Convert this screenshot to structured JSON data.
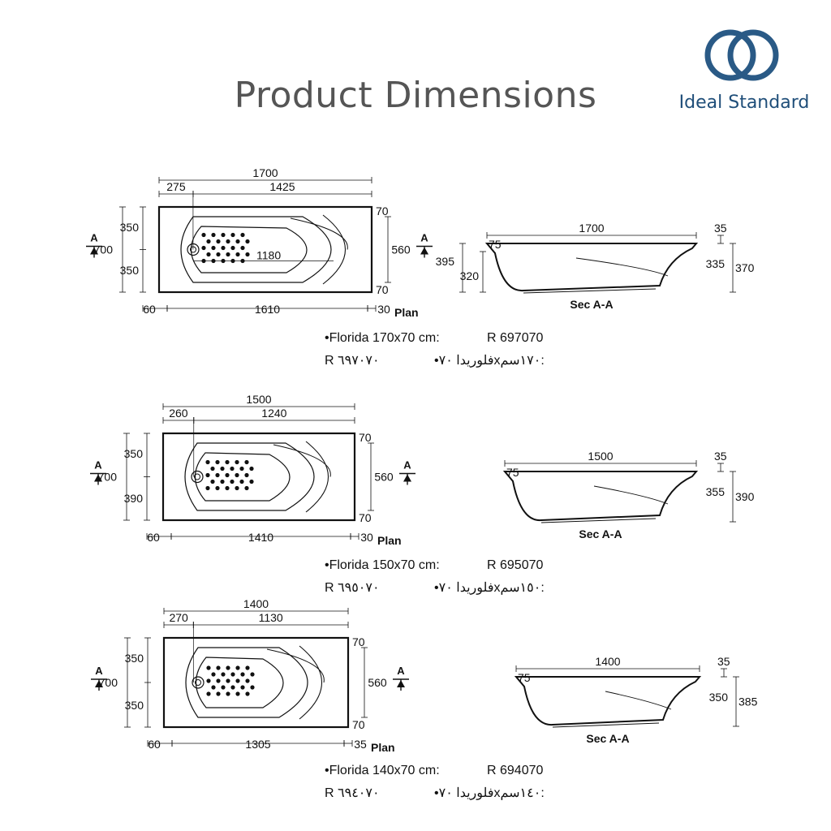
{
  "header": {
    "title": "Product Dimensions",
    "brand": "Ideal Standard"
  },
  "plan_label": "Plan",
  "section_label": "Sec  A-A",
  "section_marker": "A",
  "products": [
    {
      "plan": {
        "total_length": "1700",
        "head_offset": "275",
        "inner_length": "1425",
        "rim_top": "70",
        "rim_bottom": "70",
        "half_top": "350",
        "half_bottom": "350",
        "width": "700",
        "inner_width": "560",
        "drain_length": "1180",
        "left_rim": "60",
        "bottom_length": "1610",
        "right_rim": "30"
      },
      "section": {
        "length": "1700",
        "rim_top": "35",
        "rim_left": "75",
        "depth_left": "395",
        "depth_inner_left": "320",
        "depth_right": "335",
        "height_right": "370"
      },
      "caption": {
        "name": "•Florida 170x70 cm:",
        "code": "R 697070",
        "code_ar": "R ٦٩٧٠٧٠",
        "name_ar": "•فلوريدا ٧٠x١٧٠سم:"
      }
    },
    {
      "plan": {
        "total_length": "1500",
        "head_offset": "260",
        "inner_length": "1240",
        "rim_top": "70",
        "rim_bottom": "70",
        "half_top": "350",
        "half_bottom": "390",
        "width": "700",
        "inner_width": "560",
        "left_rim": "60",
        "bottom_length": "1410",
        "right_rim": "30"
      },
      "section": {
        "length": "1500",
        "rim_top": "35",
        "rim_left": "75",
        "depth_right": "355",
        "height_right": "390"
      },
      "caption": {
        "name": "•Florida 150x70 cm:",
        "code": "R 695070",
        "code_ar": "R ٦٩٥٠٧٠",
        "name_ar": "•فلوريدا ٧٠x١٥٠سم:"
      }
    },
    {
      "plan": {
        "total_length": "1400",
        "head_offset": "270",
        "inner_length": "1130",
        "rim_top": "70",
        "rim_bottom": "70",
        "half_top": "350",
        "half_bottom": "350",
        "width": "700",
        "inner_width": "560",
        "left_rim": "60",
        "bottom_length": "1305",
        "right_rim": "35"
      },
      "section": {
        "length": "1400",
        "rim_top": "35",
        "rim_left": "75",
        "depth_right": "350",
        "height_right": "385"
      },
      "caption": {
        "name": "•Florida 140x70 cm:",
        "code": "R 694070",
        "code_ar": "R ٦٩٤٠٧٠",
        "name_ar": "•فلوريدا ٧٠x١٤٠سم:"
      }
    }
  ]
}
